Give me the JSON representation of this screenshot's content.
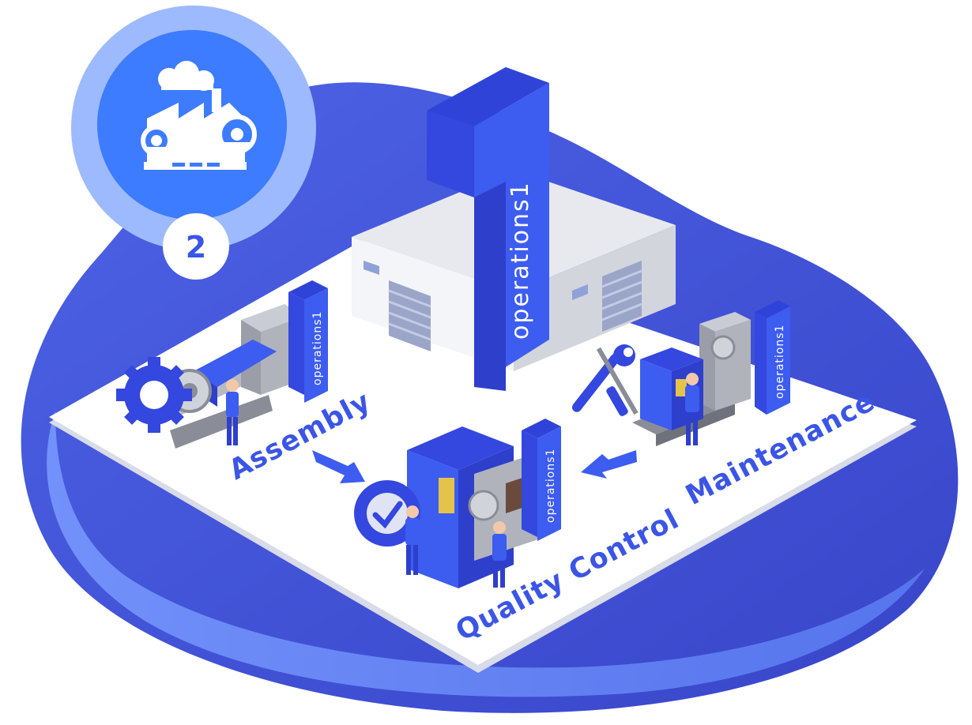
{
  "brand": "operations1",
  "step_number": "2",
  "stations": {
    "assembly": "Assembly",
    "quality_control": "Quality Control",
    "maintenance": "Maintenance"
  },
  "icons": {
    "badge_icon": "factory-location-icon",
    "assembly_icon": "gear-icon",
    "quality_icon": "check-gear-icon",
    "maintenance_icon": "wrench-screwdriver-icon"
  },
  "colors": {
    "primary_blue": "#3b55e6",
    "bright_blue": "#3d7bff",
    "light_blue": "#9dbaff",
    "blob_blue": "#5468e8",
    "platform": "#ffffff"
  }
}
